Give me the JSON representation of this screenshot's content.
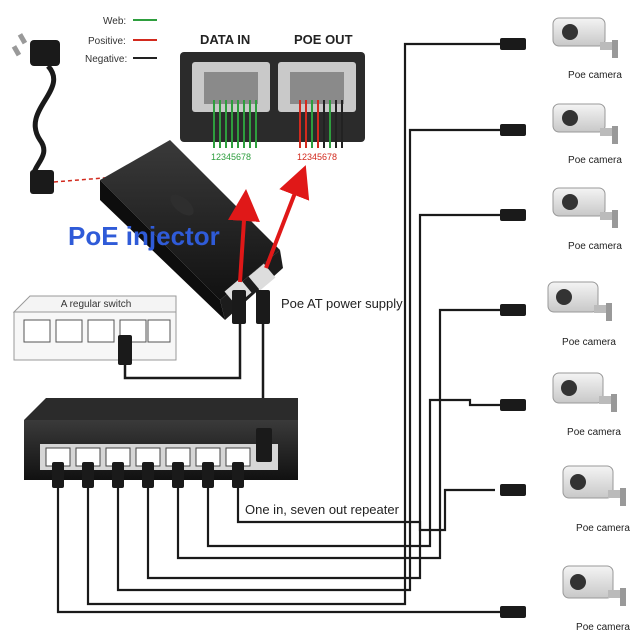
{
  "legend": {
    "items": [
      {
        "label": "Web:",
        "color": "#2e9e3e"
      },
      {
        "label": "Positive:",
        "color": "#d22a1e"
      },
      {
        "label": "Negative:",
        "color": "#222222"
      }
    ]
  },
  "ports": {
    "data_in_label": "DATA IN",
    "poe_out_label": "POE OUT",
    "data_in_pins": "12345678",
    "poe_out_pins": "12345678"
  },
  "injector": {
    "title": "PoE injector"
  },
  "switch": {
    "title": "A regular switch"
  },
  "power_supply_label": "Poe AT power supply",
  "repeater_label": "One in, seven out repeater",
  "cameras": [
    {
      "label": "Poe camera"
    },
    {
      "label": "Poe camera"
    },
    {
      "label": "Poe camera"
    },
    {
      "label": "Poe camera"
    },
    {
      "label": "Poe camera"
    },
    {
      "label": "Poe camera"
    },
    {
      "label": "Poe camera"
    }
  ],
  "colors": {
    "web": "#2e9e3e",
    "positive": "#d22a1e",
    "negative": "#222222",
    "title_blue": "#2f5bd8",
    "arrow_red": "#e01818"
  }
}
